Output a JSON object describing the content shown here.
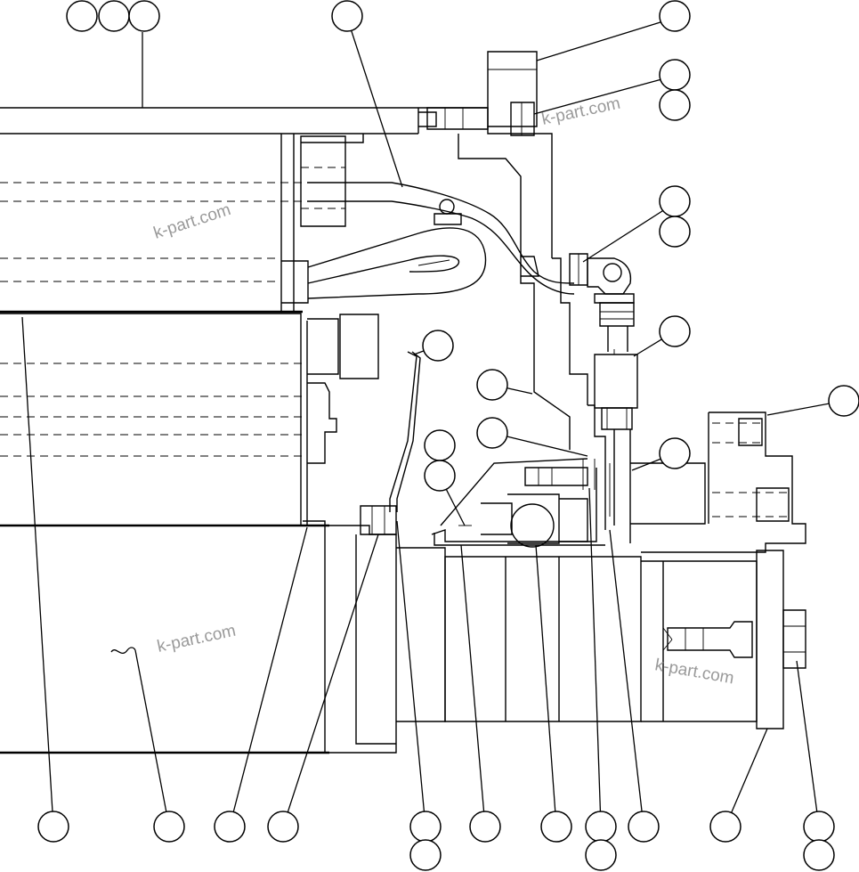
{
  "watermarks": [
    "k-part.com",
    "k-part.com",
    "k-part.com",
    "k-part.com"
  ],
  "balloons_note": "callout balloons are unlabeled in the drawing"
}
